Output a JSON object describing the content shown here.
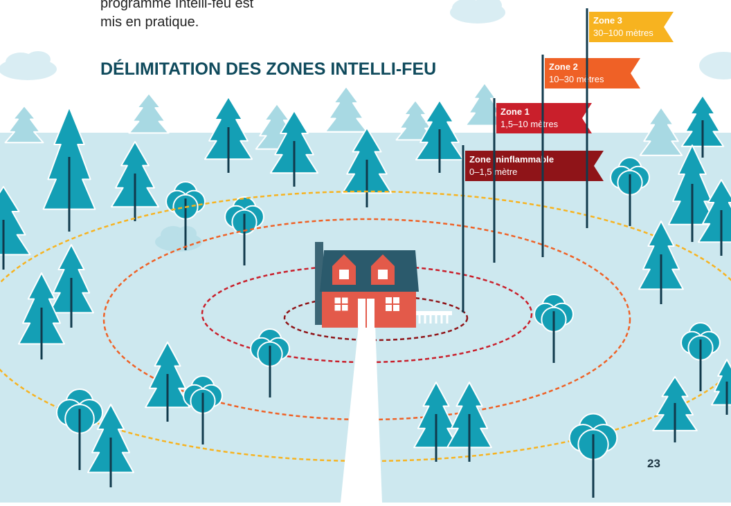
{
  "intro": {
    "line1": "programme Intelli-feu est",
    "line2": "mis en pratique."
  },
  "title": "DÉLIMITATION DES ZONES INTELLI-FEU",
  "zones": [
    {
      "name": "Zone ininflammable",
      "range": "0–1,5 mètre",
      "color": "#8f1418"
    },
    {
      "name": "Zone 1",
      "range": "1,5–10 mètres",
      "color": "#c91f2b"
    },
    {
      "name": "Zone 2",
      "range": "10–30 mètres",
      "color": "#ef6126"
    },
    {
      "name": "Zone 3",
      "range": "30–100 mètres",
      "color": "#f7b320"
    }
  ],
  "page_number": "23",
  "colors": {
    "title": "#0f4a5c",
    "ground": "#cde8ef",
    "tree": "#149fb5",
    "tree_pale": "#a8d9e3",
    "trunk": "#113a4c",
    "house_wall": "#e35a4a",
    "house_roof": "#2b5a6c",
    "chimney": "#3b6575"
  }
}
